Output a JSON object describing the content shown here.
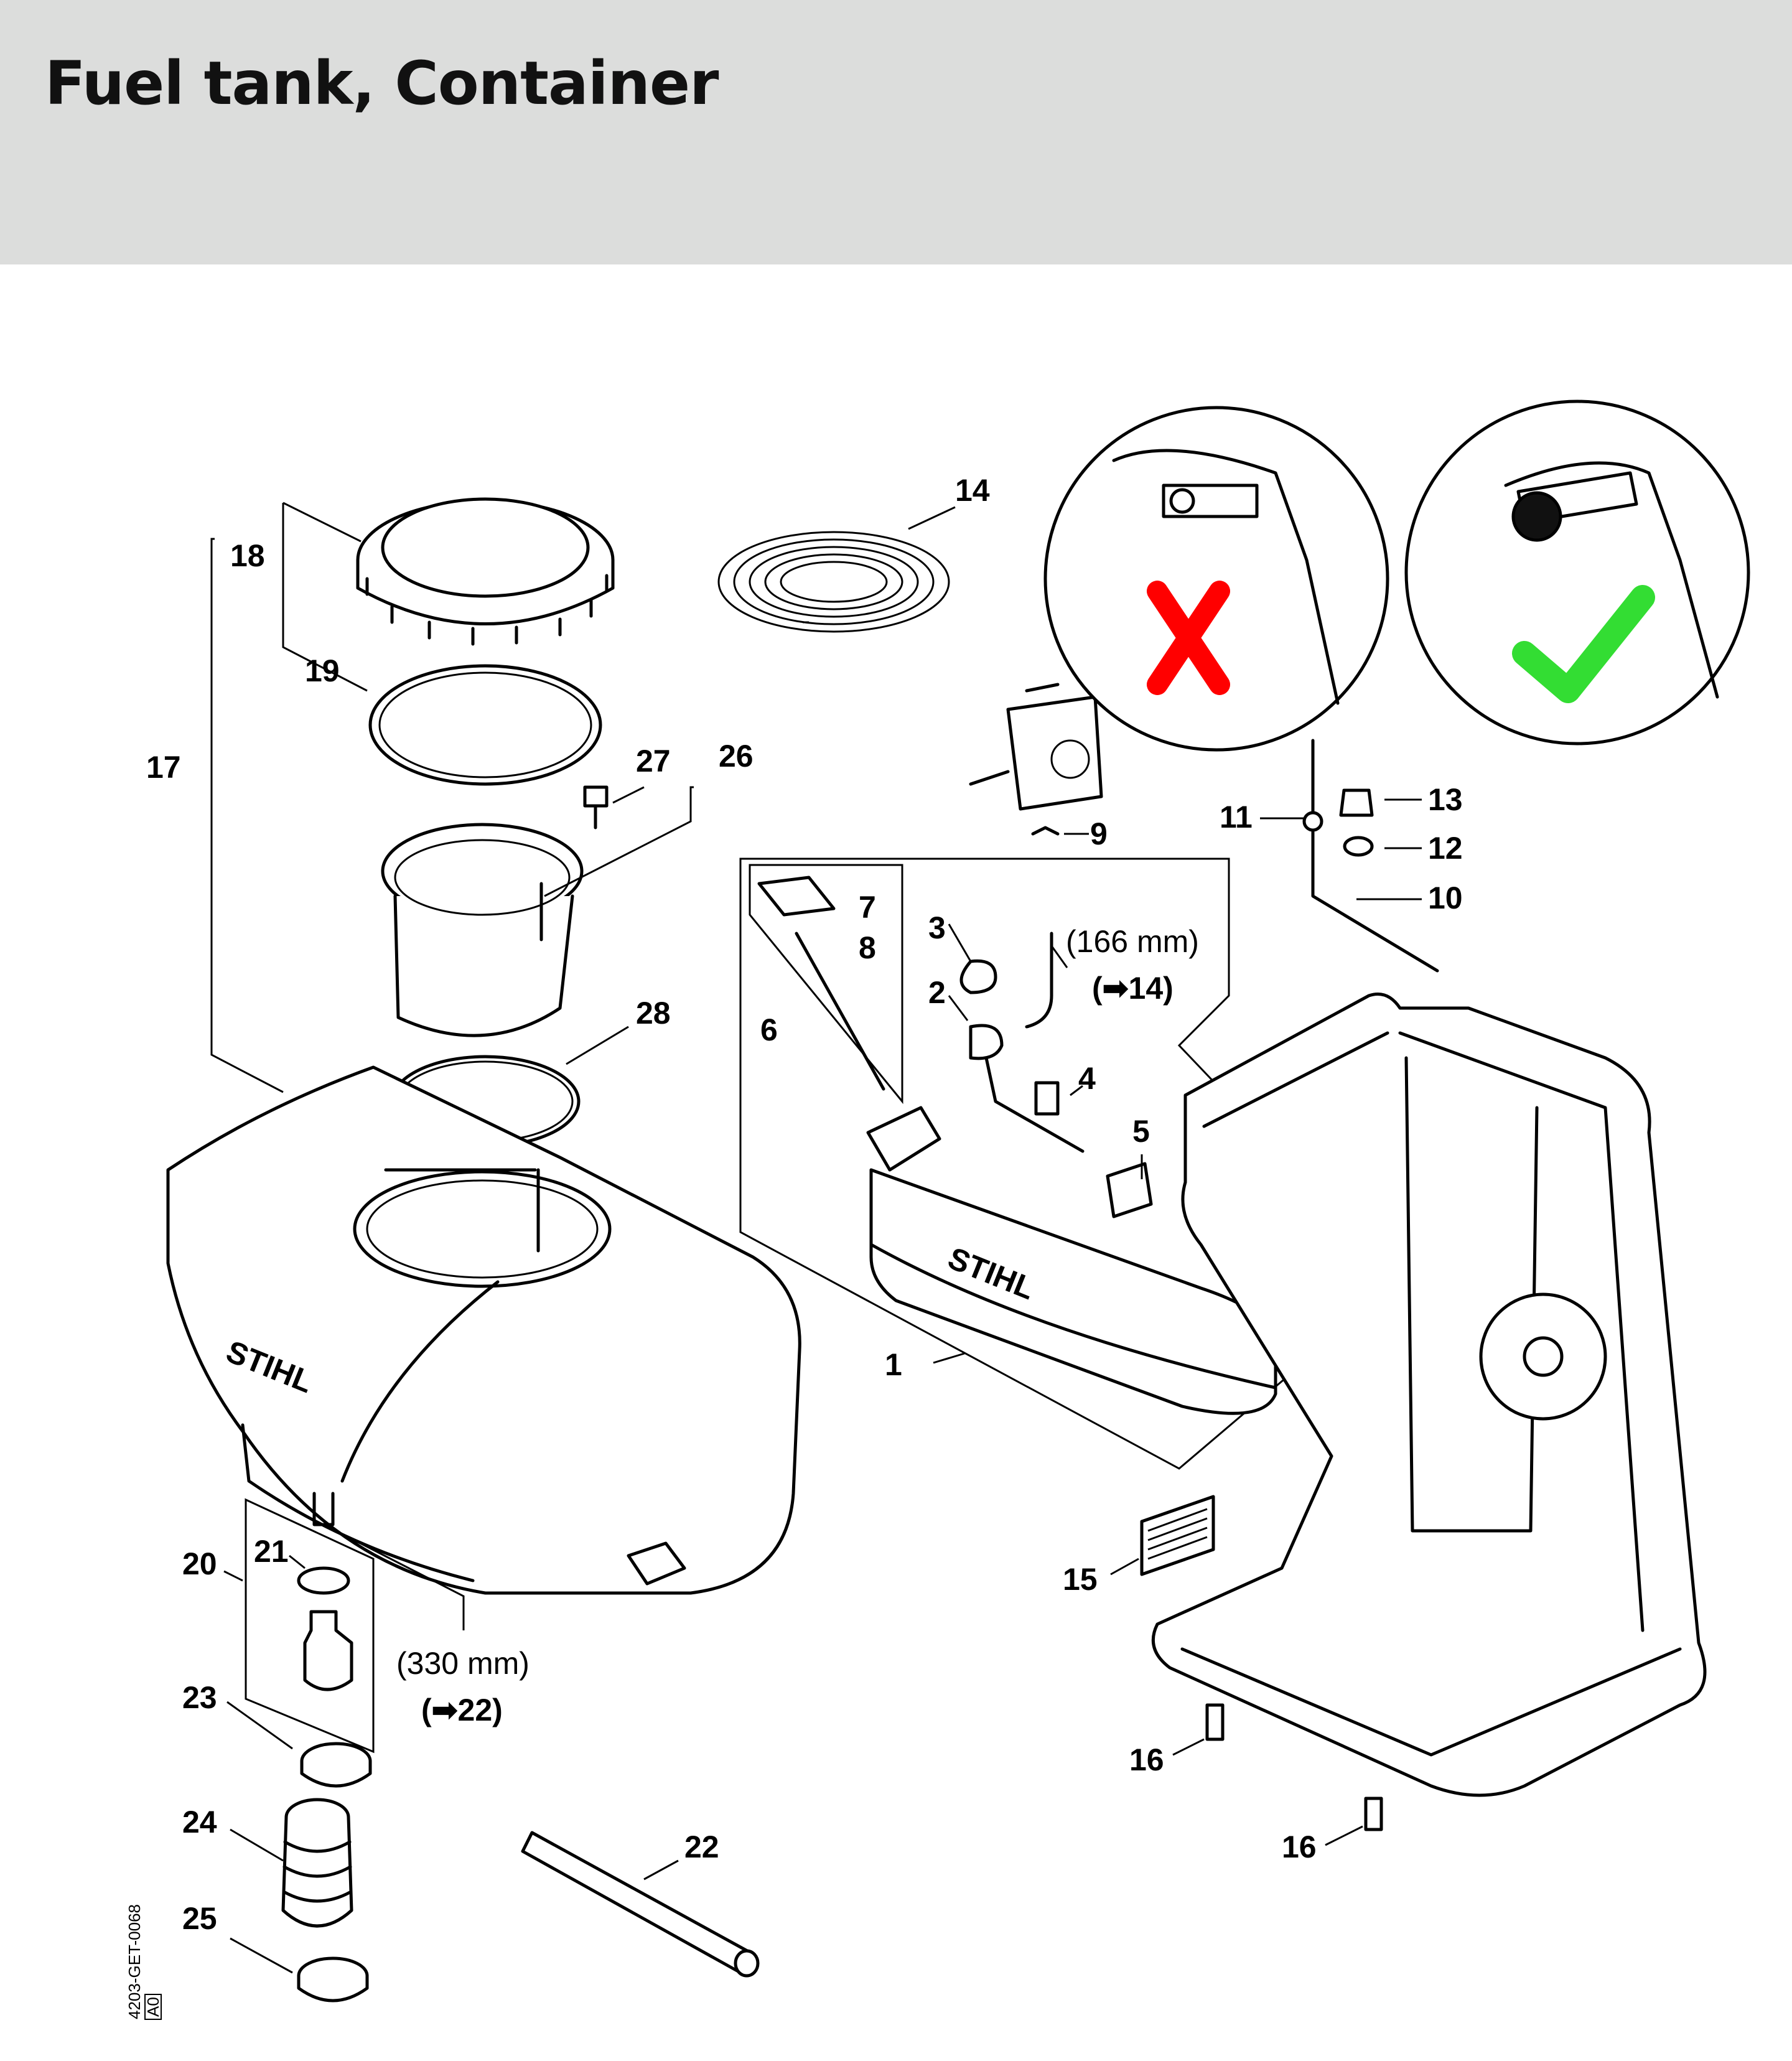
{
  "page": {
    "title": "Fuel tank, Container"
  },
  "drawing_code": "4203-GET-0068",
  "drawing_rev": "A0",
  "callouts": {
    "c1": "1",
    "c2": "2",
    "c3": "3",
    "c4": "4",
    "c5": "5",
    "c6": "6",
    "c7": "7",
    "c8": "8",
    "c9": "9",
    "c10": "10",
    "c11": "11",
    "c12": "12",
    "c13": "13",
    "c14": "14",
    "c15": "15",
    "c16a": "16",
    "c16b": "16",
    "c17": "17",
    "c18": "18",
    "c19": "19",
    "c20": "20",
    "c21": "21",
    "c22": "22",
    "c23": "23",
    "c24": "24",
    "c25": "25",
    "c26": "26",
    "c27": "27",
    "c28": "28"
  },
  "notes": {
    "hose_short_length": "(166 mm)",
    "hose_short_ref": "(➡14)",
    "hose_long_length": "(330 mm)",
    "hose_long_ref": "(➡22)"
  },
  "brand": {
    "logo_large": "STIHL",
    "logo_small": "STIHL"
  },
  "hint_colors": {
    "wrong": "#ff0000",
    "correct": "#33dd33"
  }
}
